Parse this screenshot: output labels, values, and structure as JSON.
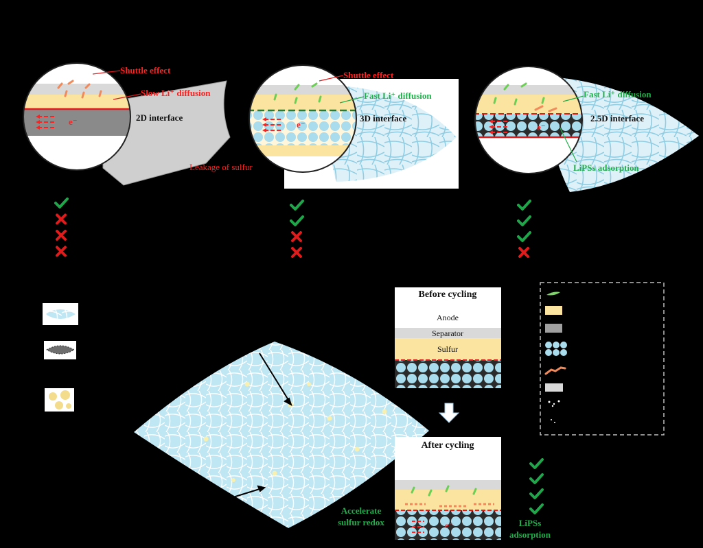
{
  "panels": [
    {
      "interface_label": "2D interface",
      "annotations": [
        "Shuttle effect",
        "Slow Li⁺ diffusion",
        "e⁻"
      ],
      "sulfur_leak_label": "",
      "checks": [
        "check",
        "cross",
        "cross",
        "cross"
      ]
    },
    {
      "interface_label": "3D interface",
      "annotations": [
        "Shuttle effect",
        "Fast Li⁺ diffusion",
        "e⁻"
      ],
      "sulfur_leak_label": "Leakage of sulfur",
      "checks": [
        "check",
        "check",
        "cross",
        "cross"
      ]
    },
    {
      "interface_label": "2.5D interface",
      "annotations": [
        "Fast Li⁺ diffusion",
        "LiPSs adsorption",
        "e⁻"
      ],
      "sulfur_leak_label": "",
      "checks": [
        "check",
        "check",
        "check",
        "cross"
      ]
    }
  ],
  "before": {
    "title": "Before cycling",
    "anode": "Anode",
    "separator": "Separator",
    "sulfur": "Sulfur"
  },
  "after": {
    "title": "After cycling",
    "accelerate": [
      "Accelerate",
      "sulfur redox"
    ],
    "lipss": [
      "LiPSs",
      "adsorption"
    ],
    "electron": "e⁻",
    "checks": [
      "check",
      "check",
      "check",
      "check"
    ]
  },
  "colors": {
    "check": "#1fa64a",
    "cross": "#e01b1b",
    "red_text": "#ff2020",
    "green_text": "#1fae4a",
    "fiber": "#a9dced",
    "sulfur": "#fbe3a0",
    "separator": "#d9d9d9",
    "carbon": "#8a8a8a"
  },
  "icons": [
    "lithium-ion-icon",
    "sulfur-layer-icon",
    "carbon-layer-icon",
    "fiber-particles-icon",
    "polysulfide-chain-icon",
    "separator-icon",
    "dots-icon",
    "small-dots-icon"
  ]
}
